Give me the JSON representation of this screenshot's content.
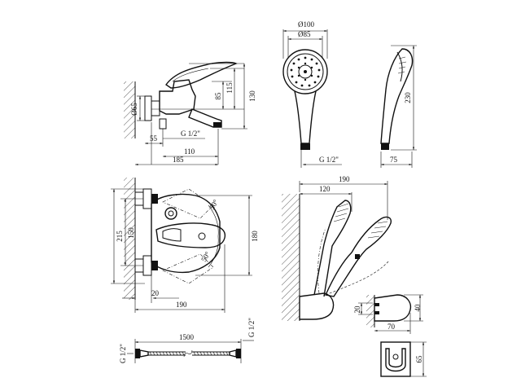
{
  "dimensions": {
    "faucet_side": {
      "dia_65": "Ø65",
      "h_85": "85",
      "h_115": "115",
      "h_130": "130",
      "w_55": "55",
      "w_110": "110",
      "w_185": "185",
      "thread": "G 1/2\""
    },
    "shower_head": {
      "dia_100": "Ø100",
      "dia_85": "Ø85",
      "len_230": "230",
      "thread": "G 1/2\"",
      "depth_75": "75"
    },
    "faucet_top": {
      "h_215": "215",
      "h_150": "150",
      "h_180": "180",
      "angle_upper": "50°",
      "angle_lower": "50°",
      "w_20": "20",
      "w_190": "190"
    },
    "wall_mount": {
      "w_190": "190",
      "w_120": "120"
    },
    "holder": {
      "h_20": "20",
      "h_40": "40",
      "w_70": "70",
      "h_65": "65"
    },
    "hose": {
      "length": "1500",
      "thread_left": "G 1/2\"",
      "thread_right": "G 1/2\""
    }
  }
}
